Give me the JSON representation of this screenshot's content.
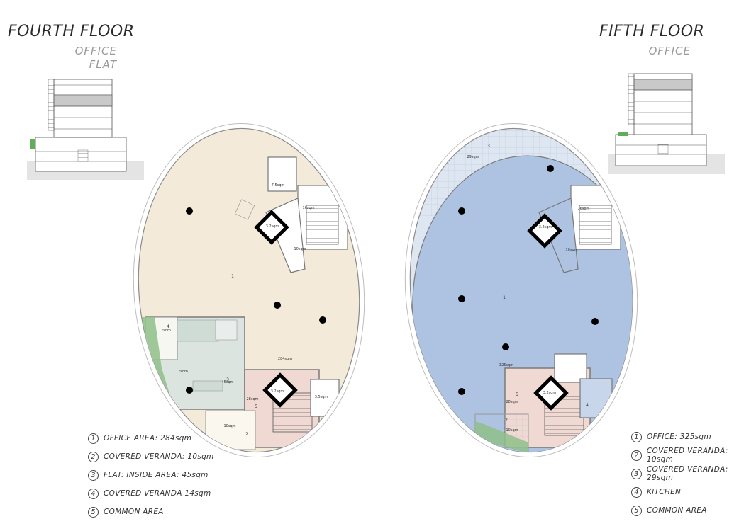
{
  "fourth_floor": {
    "title": "FOURTH FLOOR",
    "subtitle": [
      "OFFICE",
      "FLAT"
    ],
    "legend": [
      {
        "num": "1",
        "text": "OFFICE AREA: 284sqm"
      },
      {
        "num": "2",
        "text": "COVERED VERANDA: 10sqm"
      },
      {
        "num": "3",
        "text": "FLAT: INSIDE AREA: 45sqm"
      },
      {
        "num": "4",
        "text": "COVERED VERANDA 14sqm"
      },
      {
        "num": "5",
        "text": "COMMON AREA"
      }
    ],
    "plan_labels": {
      "area_main": "284sqm",
      "area_wc": "7.5sqm",
      "area_core": "3.2sqm",
      "area_stair": "16sqm",
      "area_corr": "10sqm",
      "area_flat": "45sqm",
      "area_ver": "7sqm",
      "area_bal": "7sqm",
      "area_common": "28sqm",
      "area_core2": "3.2sqm",
      "area_lobby": "3.5sqm",
      "area_ver2": "10sqm",
      "m1": "1",
      "m2": "2",
      "m3": "3",
      "m4": "4",
      "m5": "5"
    },
    "colors": {
      "office": "#f3eada",
      "flat": "#dbe4df",
      "common": "#f1d9d3",
      "veranda": "#8fbf8a"
    }
  },
  "fifth_floor": {
    "title": "FIFTH FLOOR",
    "subtitle": [
      "OFFICE"
    ],
    "legend": [
      {
        "num": "1",
        "text": "OFFICE: 325sqm"
      },
      {
        "num": "2",
        "text": "COVERED VERANDA: 10sqm"
      },
      {
        "num": "3",
        "text": "COVERED VERANDA: 29sqm"
      },
      {
        "num": "4",
        "text": "KITCHEN"
      },
      {
        "num": "5",
        "text": "COMMON AREA"
      }
    ],
    "plan_labels": {
      "area_main": "325sqm",
      "area_ver_top": "29sqm",
      "area_core": "3.2sqm",
      "area_stair": "16sqm",
      "area_corr": "10sqm",
      "area_common": "28sqm",
      "area_core2": "3.2sqm",
      "area_ver2": "10sqm",
      "m1": "1",
      "m2": "2",
      "m3": "3",
      "m4": "4",
      "m5": "5"
    },
    "colors": {
      "office": "#adc3e1",
      "veranda": "#dde6f1",
      "common": "#f1d9d3",
      "green": "#8fbf8a"
    }
  }
}
